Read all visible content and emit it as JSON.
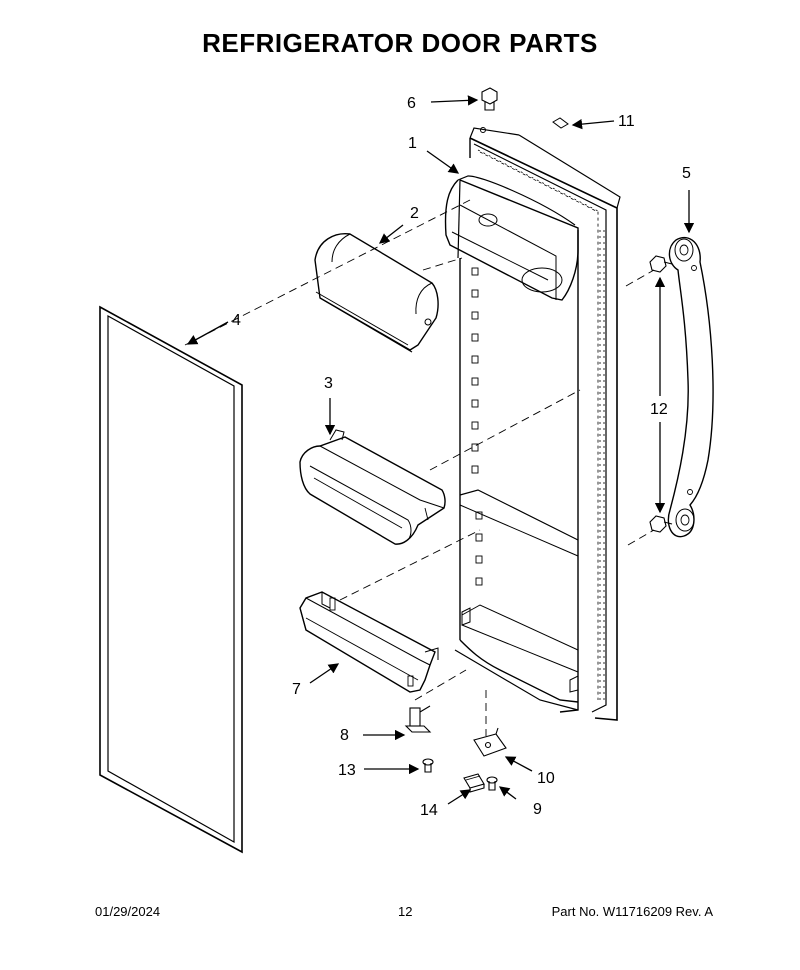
{
  "title": "REFRIGERATOR DOOR PARTS",
  "callouts": {
    "c1": "1",
    "c2": "2",
    "c3": "3",
    "c4": "4",
    "c5": "5",
    "c6": "6",
    "c7": "7",
    "c8": "8",
    "c9": "9",
    "c10": "10",
    "c11": "11",
    "c12": "12",
    "c13": "13",
    "c14": "14"
  },
  "footer": {
    "date": "01/29/2024",
    "page": "12",
    "part_number": "Part No.  W11716209  Rev.  A"
  }
}
